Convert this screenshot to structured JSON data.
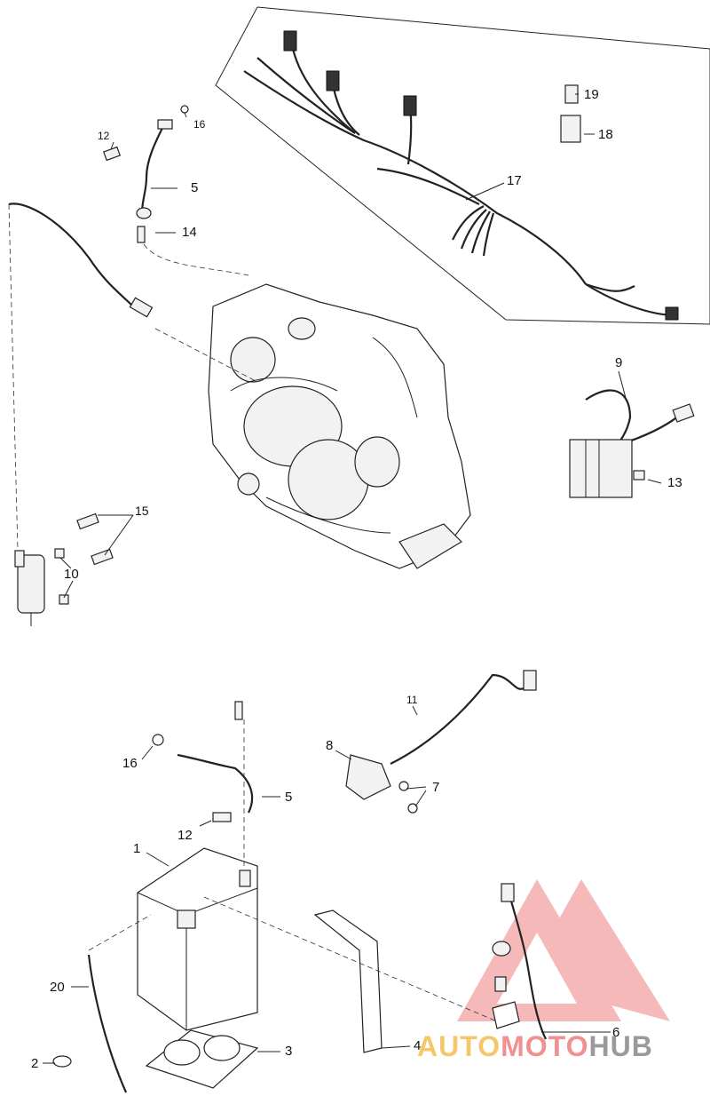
{
  "diagram": {
    "callouts": [
      {
        "id": "c19",
        "label": "19"
      },
      {
        "id": "c18",
        "label": "18"
      },
      {
        "id": "c17",
        "label": "17"
      },
      {
        "id": "c12a",
        "label": "12"
      },
      {
        "id": "c16a",
        "label": "16"
      },
      {
        "id": "c5a",
        "label": "5"
      },
      {
        "id": "c14",
        "label": "14"
      },
      {
        "id": "c9",
        "label": "9"
      },
      {
        "id": "c13",
        "label": "13"
      },
      {
        "id": "c15",
        "label": "15"
      },
      {
        "id": "c10",
        "label": "10"
      },
      {
        "id": "c11",
        "label": "11"
      },
      {
        "id": "c8",
        "label": "8"
      },
      {
        "id": "c7",
        "label": "7"
      },
      {
        "id": "c16b",
        "label": "16"
      },
      {
        "id": "c5b",
        "label": "5"
      },
      {
        "id": "c12b",
        "label": "12"
      },
      {
        "id": "c1",
        "label": "1"
      },
      {
        "id": "c20",
        "label": "20"
      },
      {
        "id": "c2",
        "label": "2"
      },
      {
        "id": "c3",
        "label": "3"
      },
      {
        "id": "c4",
        "label": "4"
      },
      {
        "id": "c6",
        "label": "6"
      }
    ]
  },
  "watermark": {
    "part1": "AUTO",
    "part2": "MOTO",
    "part3": "HUB",
    "logo_color": "#f08080"
  }
}
